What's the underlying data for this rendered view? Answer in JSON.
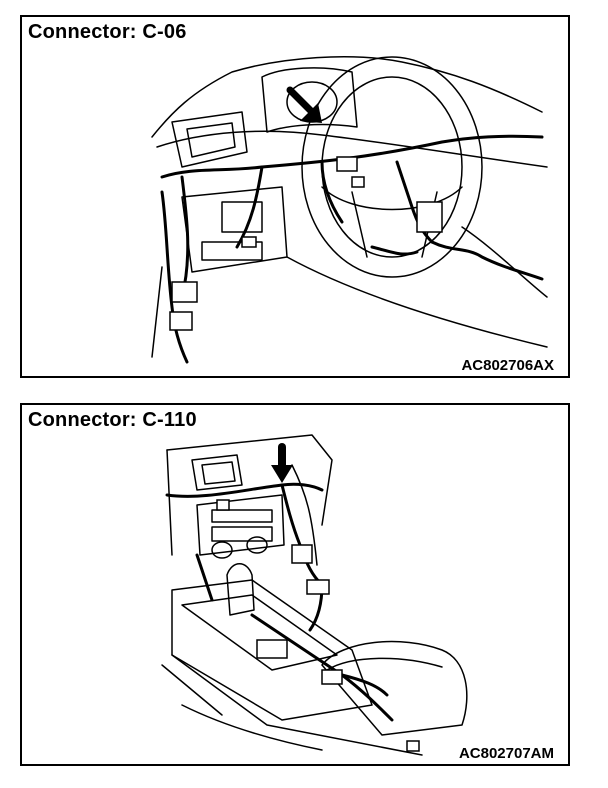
{
  "panels": [
    {
      "title": "Connector: C-06",
      "code": "AC802706AX",
      "pointer_icon": "arrow-down-right-icon"
    },
    {
      "title": "Connector: C-110",
      "code": "AC802707AM",
      "pointer_icon": "arrow-down-icon"
    }
  ],
  "colors": {
    "ink": "#000000",
    "paper": "#ffffff"
  }
}
